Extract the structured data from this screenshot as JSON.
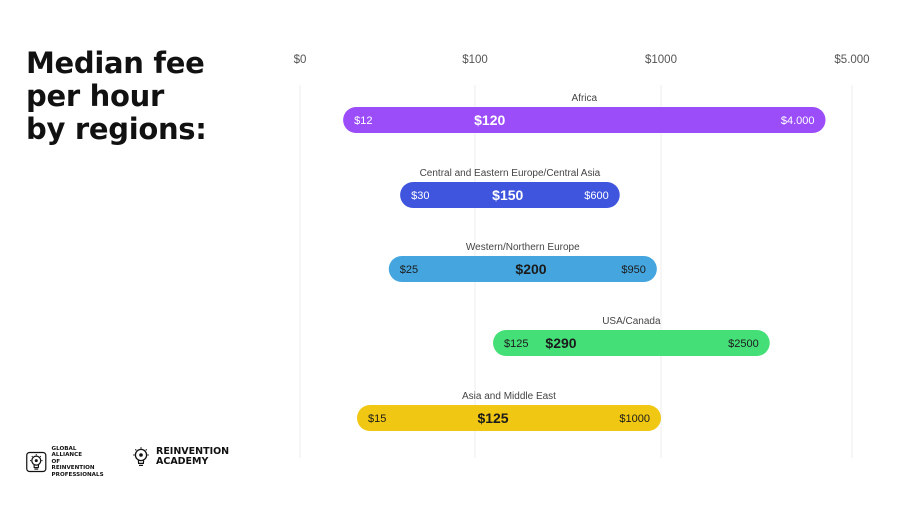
{
  "title_lines": [
    "Median fee",
    "per hour",
    "by regions:"
  ],
  "logos": {
    "gar": {
      "lines": [
        "GLOBAL ALLIANCE",
        "OF REINVENTION",
        "PROFESSIONALS"
      ],
      "icon": "lightbulb-gear-icon"
    },
    "ra": {
      "lines": [
        "REINVENTION",
        "ACADEMY"
      ],
      "icon": "lightbulb-gear-icon"
    }
  },
  "chart_data": {
    "type": "range-bar",
    "axis": {
      "ticks": [
        "$0",
        "$100",
        "$1000",
        "$5.000"
      ],
      "position": "top",
      "grid": true
    },
    "series": [
      {
        "region": "Africa",
        "low": 12,
        "median": 120,
        "high": 4000,
        "low_label": "$12",
        "median_label": "$120",
        "high_label": "$4.000",
        "color": "#9b4dfa"
      },
      {
        "region": "Central and Eastern Europe/Central Asia",
        "low": 30,
        "median": 150,
        "high": 600,
        "low_label": "$30",
        "median_label": "$150",
        "high_label": "$600",
        "color": "#3f55de"
      },
      {
        "region": "Western/Northern Europe",
        "low": 25,
        "median": 200,
        "high": 950,
        "low_label": "$25",
        "median_label": "$200",
        "high_label": "$950",
        "color": "#45a6df"
      },
      {
        "region": "USA/Canada",
        "low": 125,
        "median": 290,
        "high": 2500,
        "low_label": "$125",
        "median_label": "$290",
        "high_label": "$2500",
        "color": "#45df78"
      },
      {
        "region": "Asia and Middle East",
        "low": 15,
        "median": 125,
        "high": 1000,
        "low_label": "$15",
        "median_label": "$125",
        "high_label": "$1000",
        "color": "#f0c712"
      }
    ],
    "text_colors": {
      "light": "#ffffff",
      "dark": "#1b1b1b"
    }
  }
}
